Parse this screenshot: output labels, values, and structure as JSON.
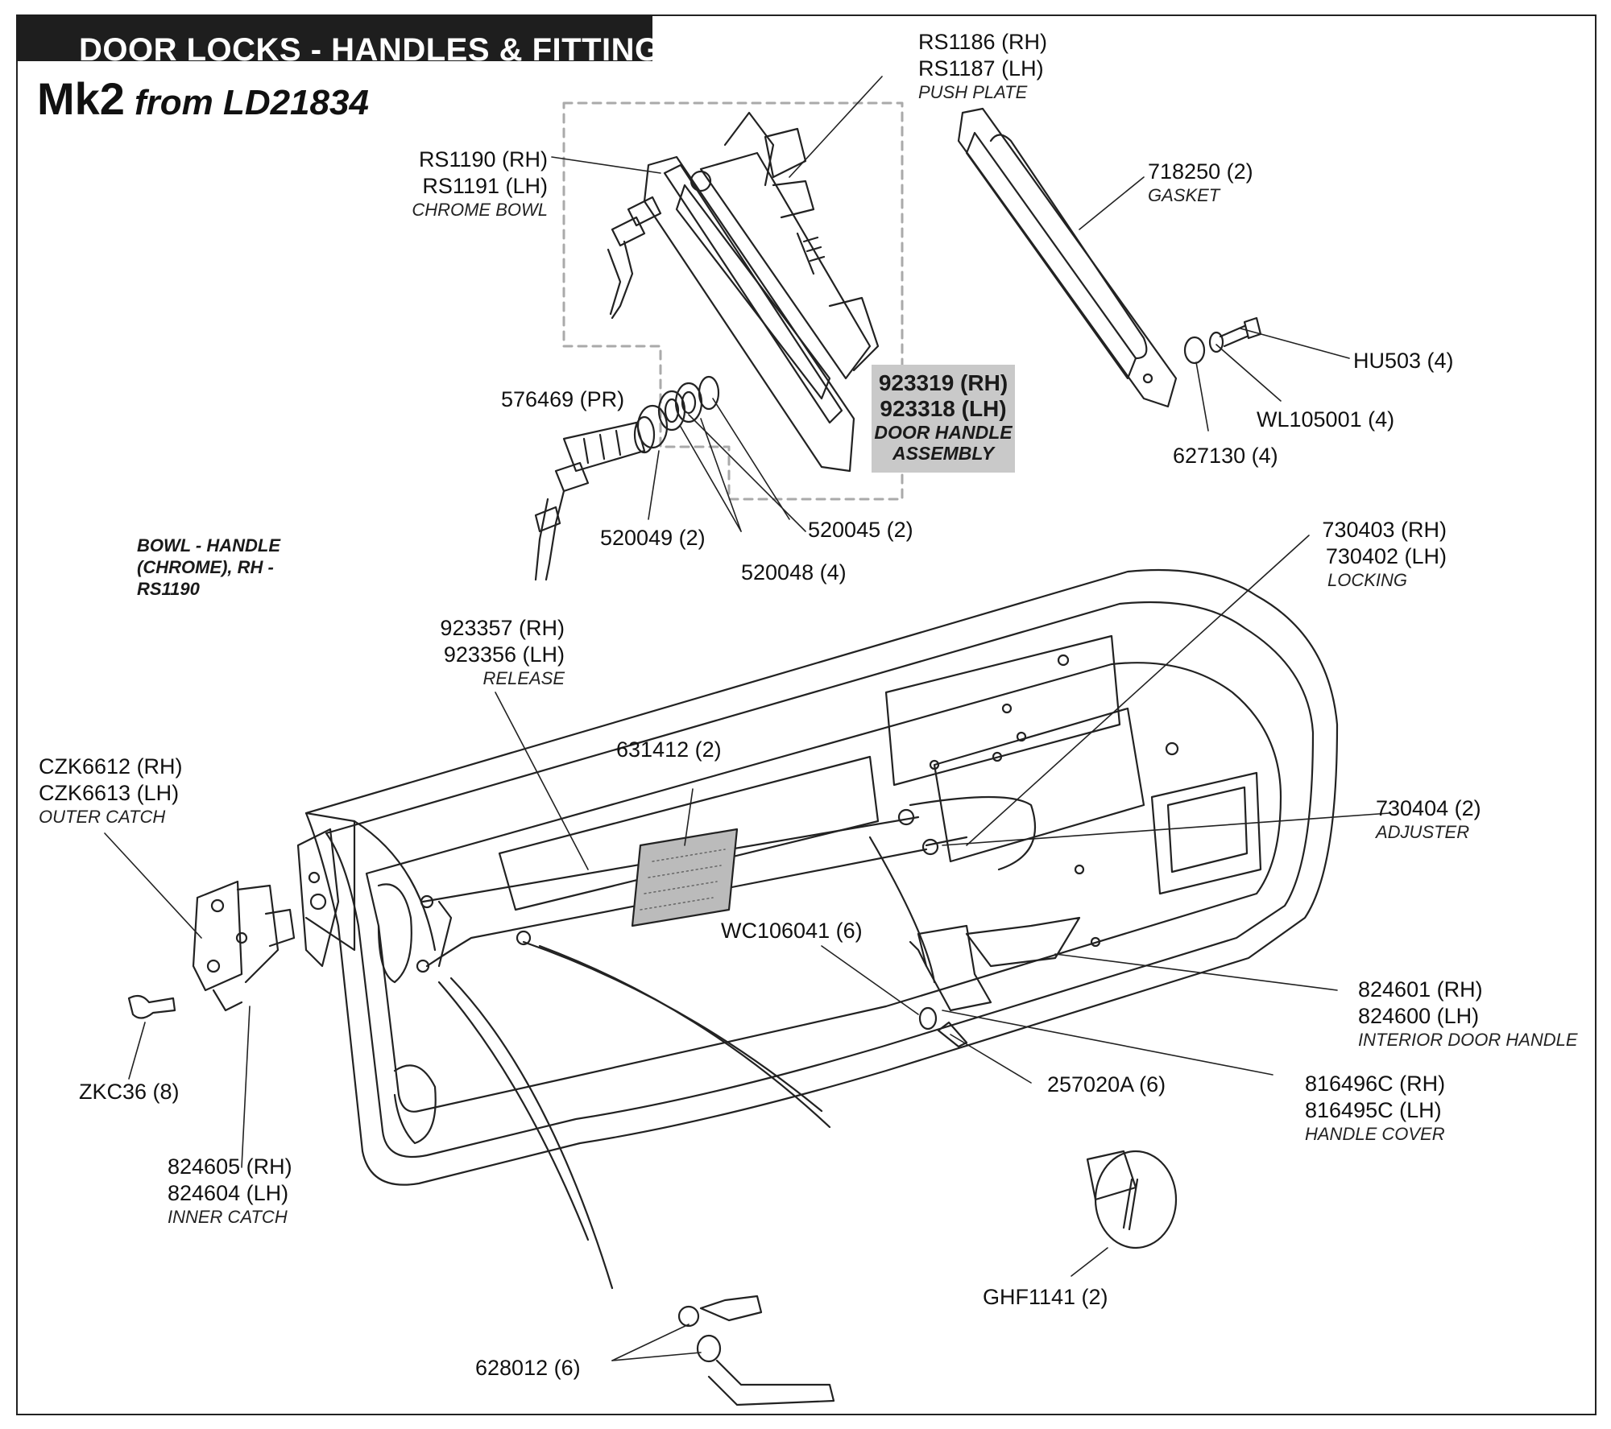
{
  "header": {
    "title": "DOOR LOCKS - HANDLES & FITTINGS",
    "model": "Mk2",
    "model_from": "from LD21834"
  },
  "note": {
    "lines": [
      "BOWL - HANDLE",
      "(CHROME), RH -",
      "RS1190"
    ]
  },
  "assembly": {
    "rh": "923319 (RH)",
    "lh": "923318 (LH)",
    "desc1": "DOOR HANDLE",
    "desc2": "ASSEMBLY"
  },
  "parts": {
    "push_plate": {
      "rh": "RS1186 (RH)",
      "lh": "RS1187 (LH)",
      "desc": "PUSH PLATE"
    },
    "chrome_bowl": {
      "rh": "RS1190 (RH)",
      "lh": "RS1191 (LH)",
      "desc": "CHROME BOWL"
    },
    "gasket": {
      "part": "718250 (2)",
      "desc": "GASKET"
    },
    "hu503": {
      "part": "HU503 (4)"
    },
    "wl105001": {
      "part": "WL105001 (4)"
    },
    "p627130": {
      "part": "627130 (4)"
    },
    "lock_barrel": {
      "part": "576469 (PR)"
    },
    "p520049": {
      "part": "520049 (2)"
    },
    "p520045": {
      "part": "520045 (2)"
    },
    "p520048": {
      "part": "520048 (4)"
    },
    "locking": {
      "rh": "730403 (RH)",
      "lh": "730402 (LH)",
      "desc": "LOCKING"
    },
    "release": {
      "rh": "923357 (RH)",
      "lh": "923356 (LH)",
      "desc": "RELEASE"
    },
    "p631412": {
      "part": "631412 (2)"
    },
    "adjuster": {
      "part": "730404 (2)",
      "desc": "ADJUSTER"
    },
    "outer_catch": {
      "rh": "CZK6612 (RH)",
      "lh": "CZK6613 (LH)",
      "desc": "OUTER CATCH"
    },
    "wc106041": {
      "part": "WC106041 (6)"
    },
    "interior_handle": {
      "rh": "824601 (RH)",
      "lh": "824600 (LH)",
      "desc": "INTERIOR DOOR HANDLE"
    },
    "zkc36": {
      "part": "ZKC36 (8)"
    },
    "p257020a": {
      "part": "257020A (6)"
    },
    "handle_cover": {
      "rh": "816496C (RH)",
      "lh": "816495C (LH)",
      "desc": "HANDLE  COVER"
    },
    "inner_catch": {
      "rh": "824605 (RH)",
      "lh": "824604 (LH)",
      "desc": "INNER CATCH"
    },
    "ghf1141": {
      "part": "GHF1141 (2)"
    },
    "p628012": {
      "part": "628012 (6)"
    }
  }
}
